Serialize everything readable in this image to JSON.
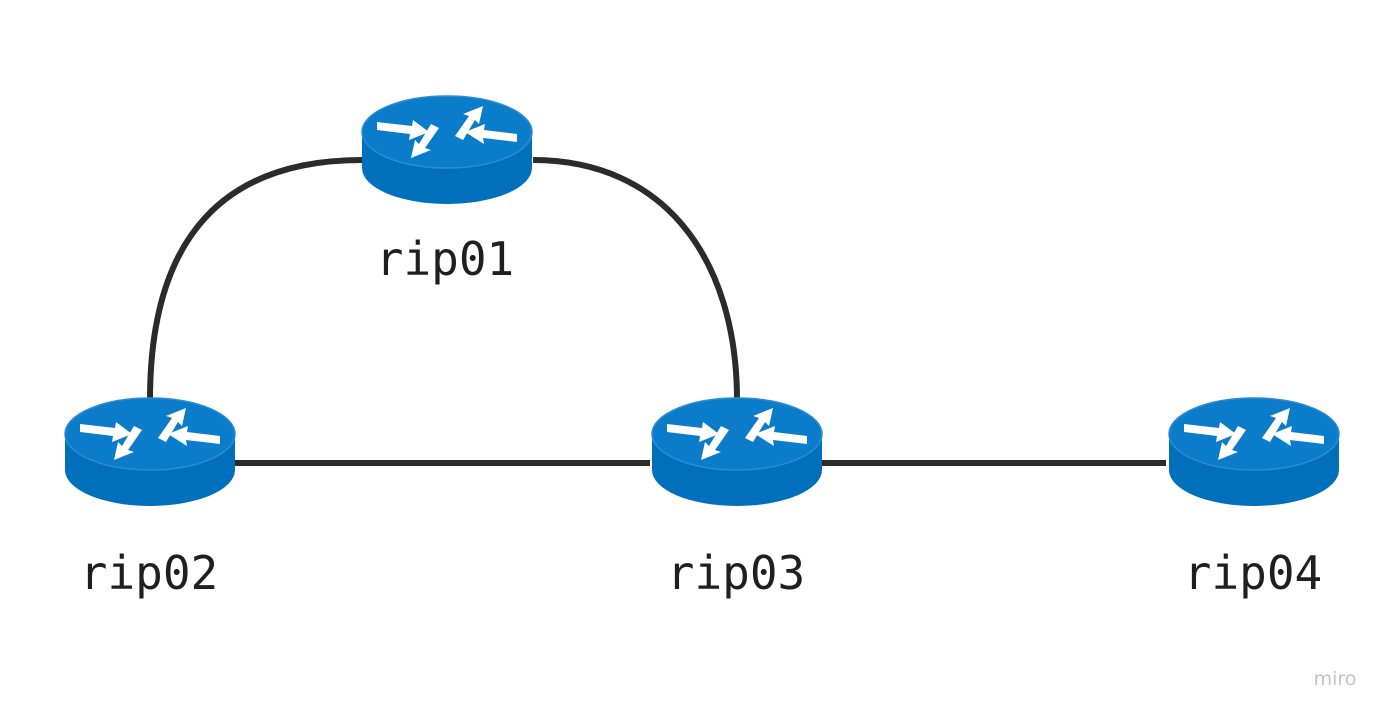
{
  "diagram": {
    "nodes": [
      {
        "id": "rip01",
        "label": "rip01",
        "type": "router"
      },
      {
        "id": "rip02",
        "label": "rip02",
        "type": "router"
      },
      {
        "id": "rip03",
        "label": "rip03",
        "type": "router"
      },
      {
        "id": "rip04",
        "label": "rip04",
        "type": "router"
      }
    ],
    "links": [
      {
        "from": "rip02",
        "to": "rip01"
      },
      {
        "from": "rip01",
        "to": "rip03"
      },
      {
        "from": "rip02",
        "to": "rip03"
      },
      {
        "from": "rip03",
        "to": "rip04"
      }
    ]
  },
  "watermark": "miro",
  "colors": {
    "router_top": "#0a7cc9",
    "router_body": "#0070bd",
    "router_edge": "#0c5f99",
    "arrow": "#ffffff",
    "link": "#2b2b2b",
    "label": "#1f1f1f",
    "watermark": "#c4c4c4"
  }
}
